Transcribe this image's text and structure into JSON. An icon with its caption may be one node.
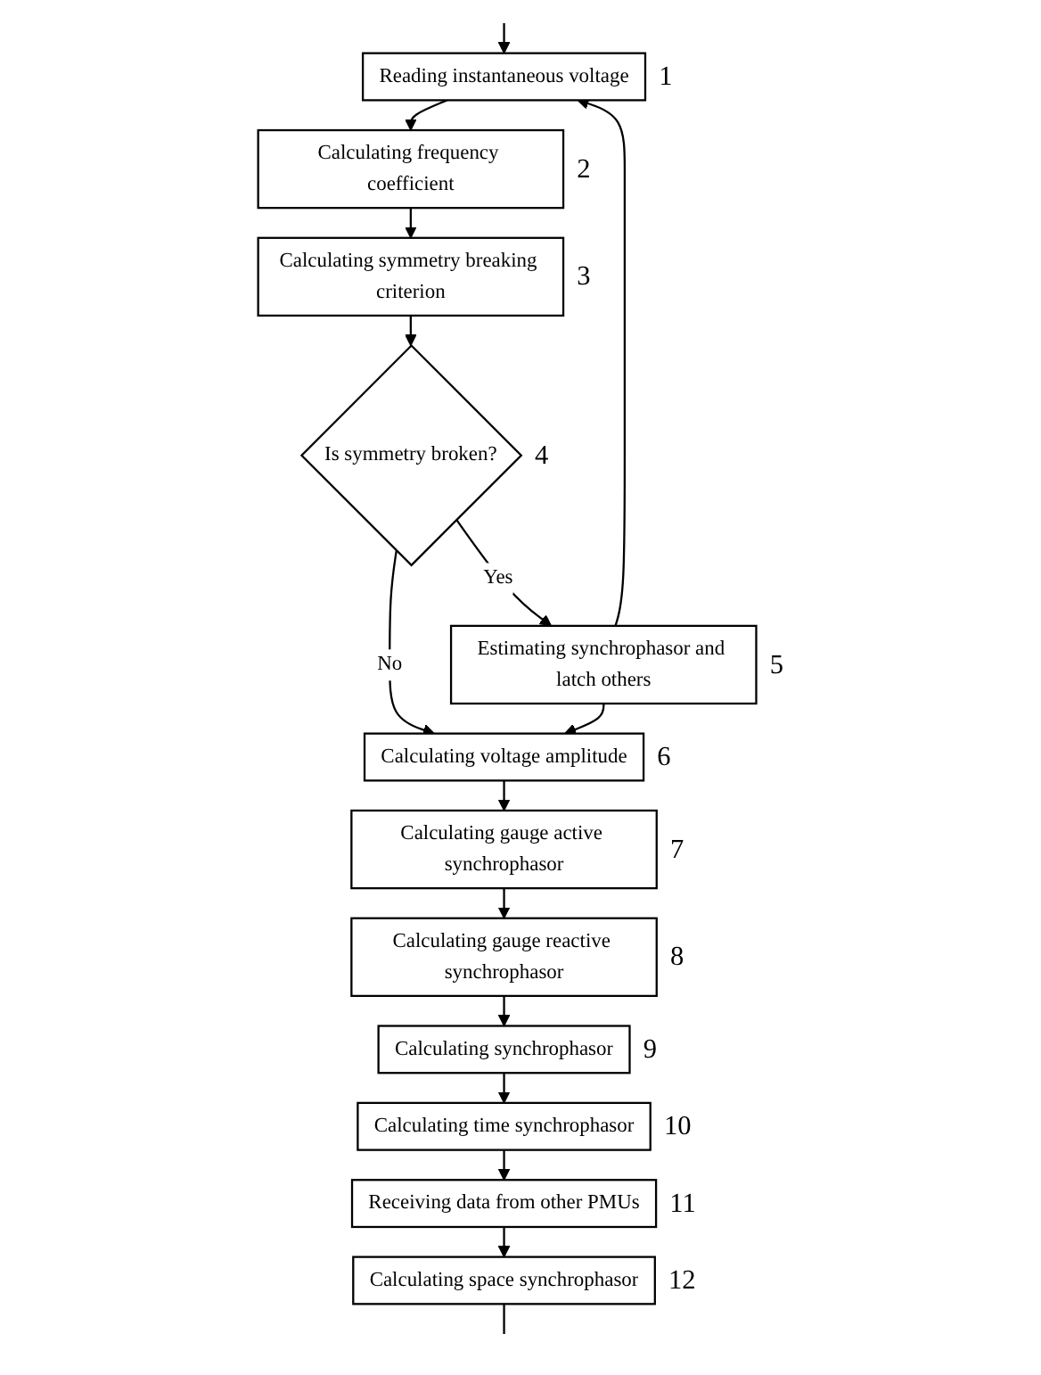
{
  "diagram": {
    "nodes": [
      {
        "text": [
          "Reading instantaneous voltage"
        ],
        "beside": [
          "1"
        ]
      },
      {
        "text": [
          "Calculating frequency coefficient"
        ],
        "beside": [
          "2"
        ]
      },
      {
        "text": [
          "Calculating symmetry breaking criterion"
        ],
        "beside": [
          "3"
        ]
      },
      {
        "text": [
          "Is symmetry broken?"
        ],
        "beside": [
          "4"
        ]
      },
      {
        "text": [
          "Estimating synchrophasor and latch others"
        ],
        "beside": [
          "5"
        ]
      },
      {
        "text": [
          "Calculating voltage amplitude"
        ],
        "beside": [
          "6"
        ]
      },
      {
        "text": [
          "Calculating gauge active synchrophasor"
        ],
        "beside": [
          "7"
        ]
      },
      {
        "text": [
          "Calculating gauge reactive synchrophasor"
        ],
        "beside": [
          "8"
        ]
      },
      {
        "text": [
          "Calculating synchrophasor"
        ],
        "beside": [
          "9"
        ]
      },
      {
        "text": [
          "Calculating time synchrophasor"
        ],
        "beside": [
          "10"
        ]
      },
      {
        "text": [
          "Receiving data from other PMUs"
        ],
        "beside": [
          "11"
        ]
      },
      {
        "text": [
          "Calculating space synchrophasor"
        ],
        "beside": [
          "12"
        ]
      }
    ],
    "edges": [
      {
        "from": null,
        "to": 0,
        "arrow": "to"
      },
      {
        "from": 0,
        "to": 1,
        "arrow": "to"
      },
      {
        "from": 1,
        "to": 2,
        "arrow": "to"
      },
      {
        "from": 2,
        "to": 3,
        "arrow": "to"
      },
      {
        "from": 3,
        "to": 4,
        "arrow": "to",
        "label": "Yes"
      },
      {
        "from": 3,
        "to": 5,
        "arrow": "to",
        "label": "No"
      },
      {
        "from": 4,
        "to": 5,
        "arrow": "to"
      },
      {
        "from": 4,
        "to": 0,
        "arrow": "to"
      },
      {
        "from": 5,
        "to": 6,
        "arrow": "to"
      },
      {
        "from": 6,
        "to": 7,
        "arrow": "to"
      },
      {
        "from": 7,
        "to": 8,
        "arrow": "to"
      },
      {
        "from": 8,
        "to": 9,
        "arrow": "to"
      },
      {
        "from": 9,
        "to": 10,
        "arrow": "to"
      },
      {
        "from": 10,
        "to": 11,
        "arrow": "to"
      },
      {
        "from": 11,
        "to": null,
        "arrow": "none"
      }
    ]
  }
}
